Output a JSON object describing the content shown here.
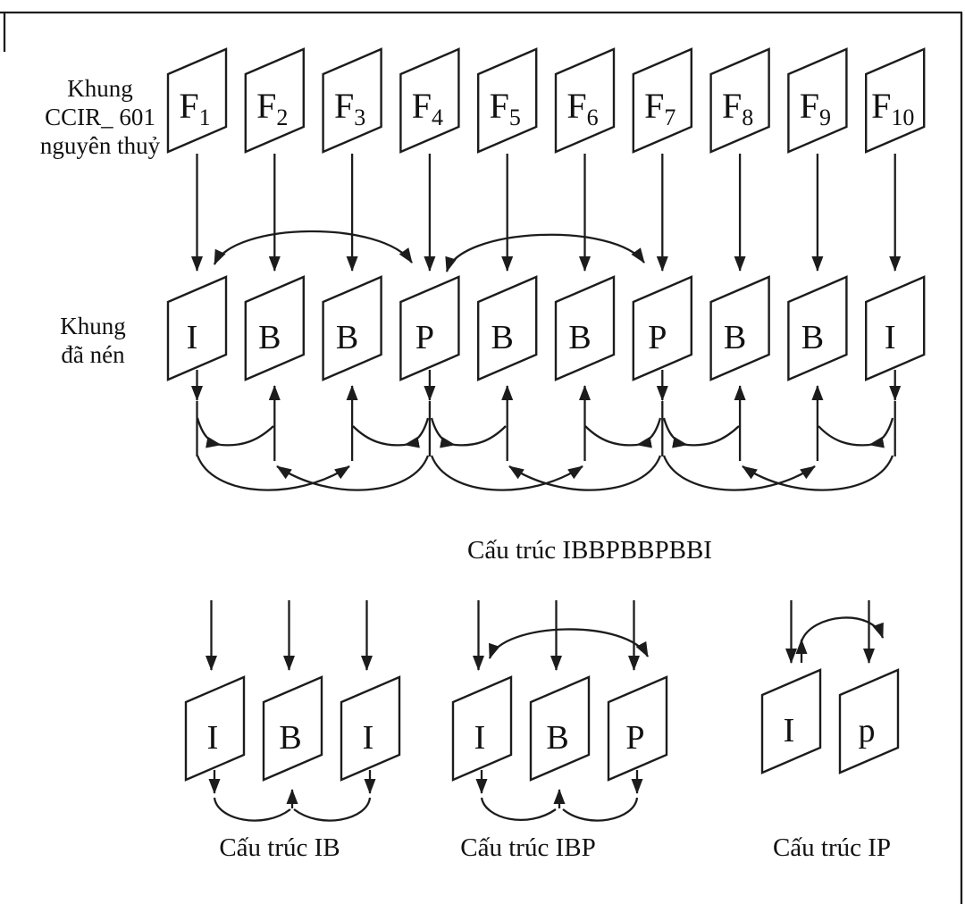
{
  "labels": {
    "original_row": [
      "Khung",
      "CCIR_ 601",
      "nguyên thuỷ"
    ],
    "compressed_row": [
      "Khung",
      "đã nén"
    ]
  },
  "main_caption": "Cấu trúc IBBPBBPBBI",
  "original_frames": [
    {
      "base": "F",
      "sub": "1"
    },
    {
      "base": "F",
      "sub": "2"
    },
    {
      "base": "F",
      "sub": "3"
    },
    {
      "base": "F",
      "sub": "4"
    },
    {
      "base": "F",
      "sub": "5"
    },
    {
      "base": "F",
      "sub": "6"
    },
    {
      "base": "F",
      "sub": "7"
    },
    {
      "base": "F",
      "sub": "8"
    },
    {
      "base": "F",
      "sub": "9"
    },
    {
      "base": "F",
      "sub": "10"
    }
  ],
  "compressed_frames": [
    "I",
    "B",
    "B",
    "P",
    "B",
    "B",
    "P",
    "B",
    "B",
    "I"
  ],
  "structures": [
    {
      "caption": "Cấu trúc IB",
      "frames": [
        "I",
        "B",
        "I"
      ]
    },
    {
      "caption": "Cấu trúc IBP",
      "frames": [
        "I",
        "B",
        "P"
      ]
    },
    {
      "caption": "Cấu trúc IP",
      "frames": [
        "I",
        "p"
      ]
    }
  ],
  "colors": {
    "ink": "#1c1c1c",
    "paper": "#ffffff"
  }
}
